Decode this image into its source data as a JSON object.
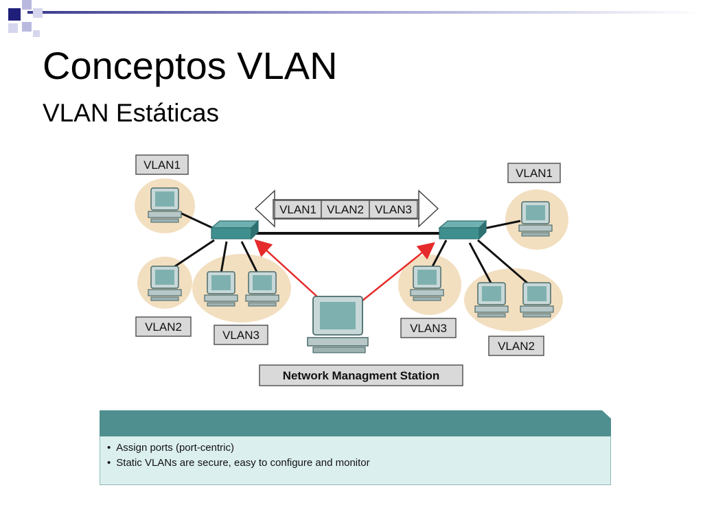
{
  "slide": {
    "title": "Conceptos VLAN",
    "subtitle": "VLAN Estáticas"
  },
  "diagram": {
    "trunk_labels": [
      "VLAN1",
      "VLAN2",
      "VLAN3"
    ],
    "left_labels": {
      "top": "VLAN1",
      "bottom_left": "VLAN2",
      "bottom_right": "VLAN3"
    },
    "right_labels": {
      "top": "VLAN1",
      "bottom_left": "VLAN3",
      "bottom_right": "VLAN2"
    },
    "station_label": "Network Managment Station",
    "colors": {
      "switch": "#3f8f8f",
      "arrow": "#e52b2b",
      "halo": "#f2dfc0",
      "monitor": "#8fb8b8"
    }
  },
  "info": {
    "bullets": [
      "Assign ports (port-centric)",
      "Static VLANs are secure, easy to configure and monitor"
    ]
  }
}
